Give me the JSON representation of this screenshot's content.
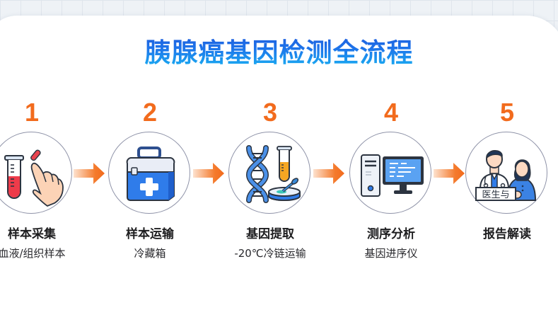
{
  "title": "胰腺癌基因检测全流程",
  "colors": {
    "title_gradient_top": "#1f55d8",
    "title_gradient_bottom": "#19b4f2",
    "step_number": "#f26b1d",
    "arrow": "#f26b1d",
    "circle_border": "#8f93a8"
  },
  "steps": [
    {
      "number": "1",
      "label": "样本采集",
      "subtitle": "血液/组织样本",
      "icon": "test-tube-hand-icon"
    },
    {
      "number": "2",
      "label": "样本运输",
      "subtitle": "冷藏箱",
      "icon": "cooler-box-icon"
    },
    {
      "number": "3",
      "label": "基因提取",
      "subtitle": "-20℃冷链运输",
      "icon": "dna-test-tube-icon"
    },
    {
      "number": "4",
      "label": "测序分析",
      "subtitle": "基因进序仪",
      "icon": "computer-icon"
    },
    {
      "number": "5",
      "label": "报告解读",
      "subtitle": "",
      "icon": "doctor-patient-icon",
      "sign_text": "医生与"
    }
  ]
}
